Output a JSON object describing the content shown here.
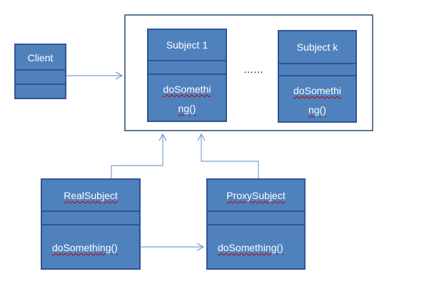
{
  "diagram": {
    "client": {
      "name": "Client"
    },
    "subject_1": {
      "name": "Subject 1",
      "method_line1": "doSomethi",
      "method_line2": "ng()"
    },
    "subject_k": {
      "name": "Subject k",
      "method_line1": "doSomethi",
      "method_line2": "ng()"
    },
    "ellipsis": "……",
    "real_subject": {
      "name": "RealSubject",
      "method": "doSomething()"
    },
    "proxy_subject": {
      "name": "ProxySubject",
      "method": "doSomething()"
    }
  },
  "colors": {
    "box_fill": "#4f81bd",
    "box_border": "#2f5597",
    "connector": "#7ba1d4",
    "container_border": "#2a4a78",
    "text": "#ffffff",
    "spell_underline": "#c00000"
  }
}
